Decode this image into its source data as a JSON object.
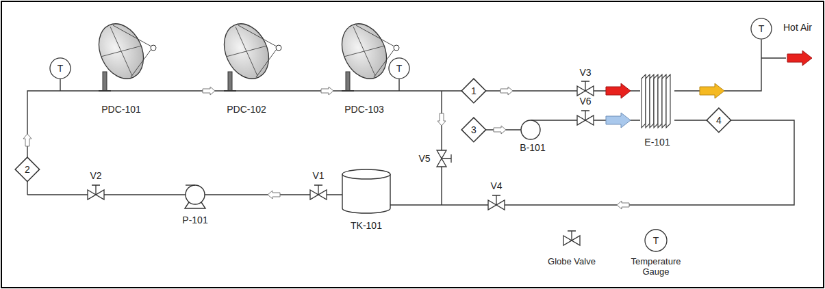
{
  "diagram": {
    "nodes": [
      {
        "text": [
          "T"
        ]
      },
      {
        "text": [
          "T"
        ]
      },
      {
        "text": [
          "T"
        ]
      },
      {
        "text": [
          "1"
        ]
      },
      {
        "text": [
          "3"
        ]
      },
      {
        "text": [
          "4"
        ]
      },
      {
        "text": [
          "2"
        ]
      }
    ],
    "labels": [
      "PDC-101",
      "PDC-102",
      "PDC-103",
      "V3",
      "V6",
      "E-101",
      "Hot Air",
      "V5",
      "B-101",
      "V2",
      "P-101",
      "V1",
      "TK-101",
      "V4",
      "T"
    ],
    "legend": [
      {
        "text": "Globe Valve"
      },
      {
        "text": "Temperature Gauge"
      }
    ]
  }
}
